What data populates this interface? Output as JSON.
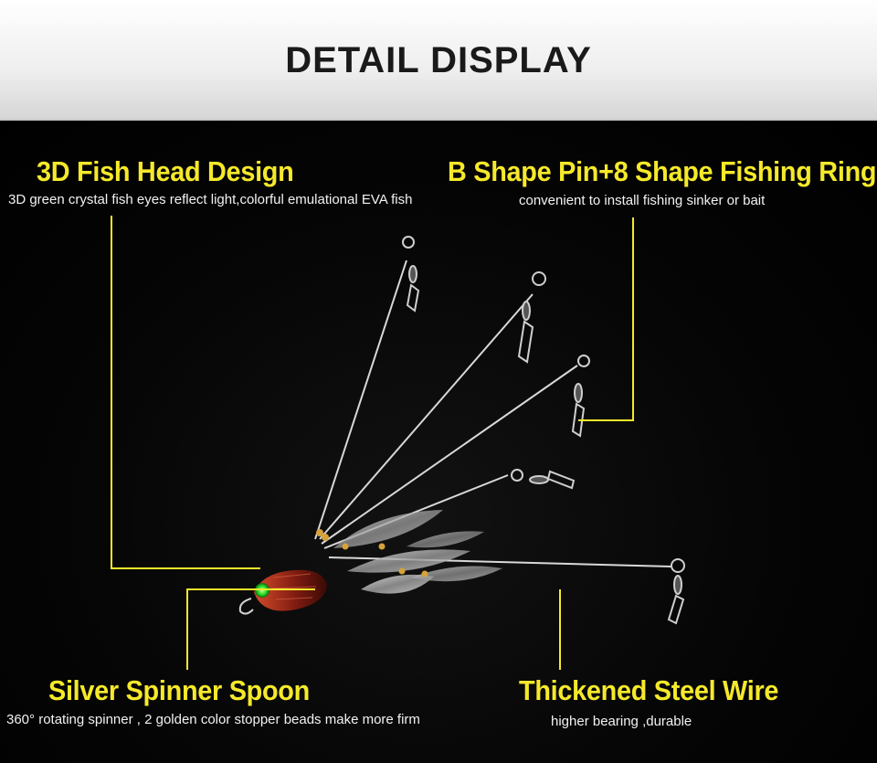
{
  "header": {
    "title": "DETAIL DISPLAY"
  },
  "features": {
    "fish_head": {
      "title": "3D Fish Head Design",
      "desc": "3D green crystal fish eyes reflect light,colorful emulational EVA fish"
    },
    "pin_ring": {
      "title": "B Shape Pin+8 Shape Fishing Ring",
      "desc": "convenient to install fishing sinker or bait"
    },
    "spinner": {
      "title": "Silver Spinner Spoon",
      "desc": "360° rotating spinner , 2 golden color stopper beads make more firm"
    },
    "wire": {
      "title": "Thickened Steel Wire",
      "desc": "higher bearing ,durable"
    }
  },
  "colors": {
    "accent": "#f5e92a",
    "background": "#000000",
    "header_bg": "#ffffff"
  }
}
